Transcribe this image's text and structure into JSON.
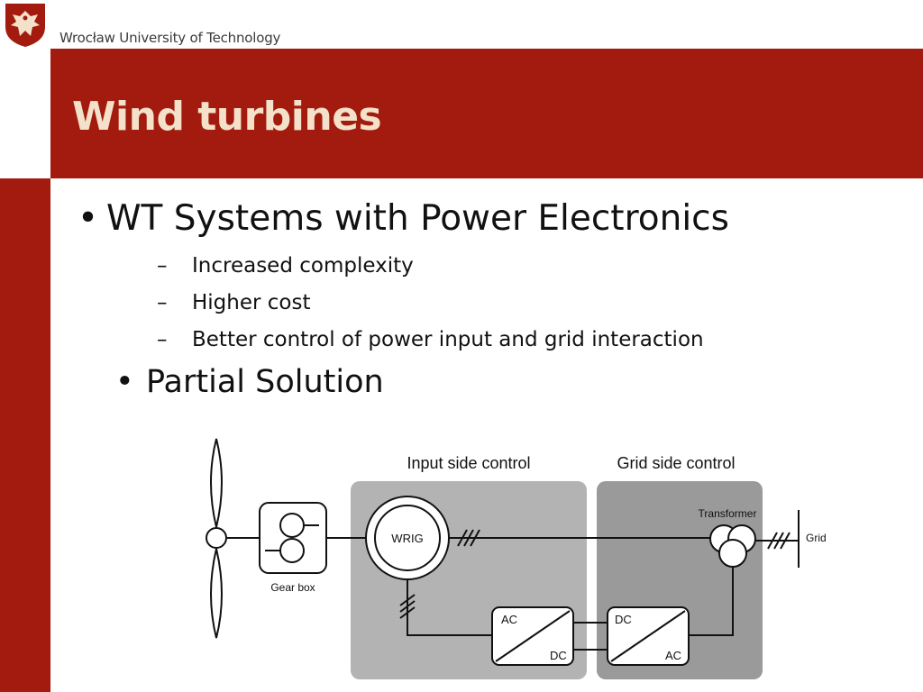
{
  "header": {
    "institution": "Wrocław University of Technology",
    "logo_icon": "eagle-crest-logo"
  },
  "slide": {
    "title": "Wind turbines",
    "bullet_main": "WT Systems with Power Electronics",
    "sub_items": [
      "Increased complexity",
      "Higher cost",
      "Better control of power input and grid interaction"
    ],
    "bullet_secondary": "Partial Solution",
    "bullet_symbol": "•",
    "dash_symbol": "–"
  },
  "diagram": {
    "input_side_label": "Input side control",
    "grid_side_label": "Grid side control",
    "gearbox_label": "Gear box",
    "generator_label": "WRIG",
    "transformer_label": "Transformer",
    "grid_label": "Grid",
    "converter1_top": "AC",
    "converter1_bottom": "DC",
    "converter2_top": "DC",
    "converter2_bottom": "AC"
  },
  "colors": {
    "brand_red": "#a31a0f",
    "title_text": "#f3e2c9",
    "input_panel": "#b3b3b3",
    "grid_panel": "#9a9a9a"
  }
}
